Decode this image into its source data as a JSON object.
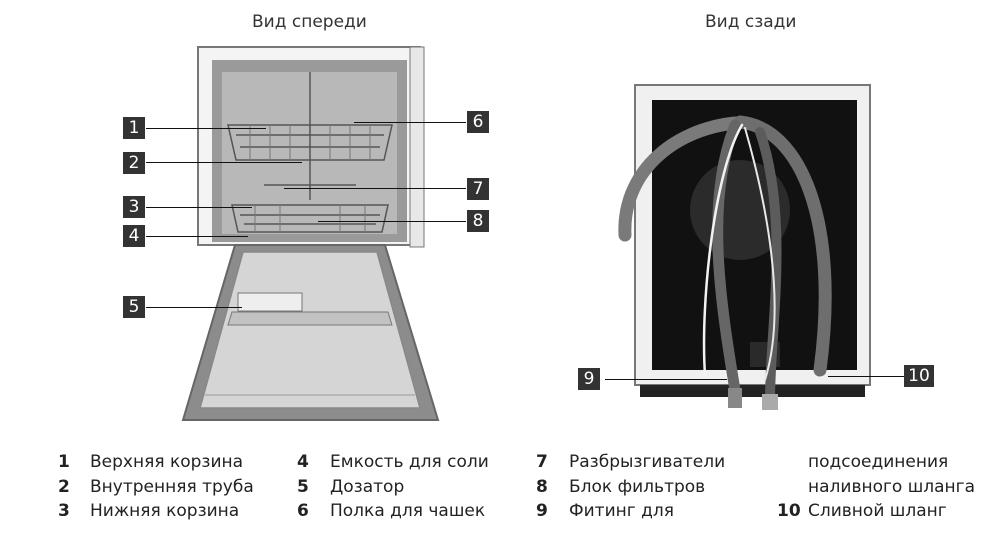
{
  "titles": {
    "front": "Вид спереди",
    "back": "Вид сзади"
  },
  "callouts": [
    "1",
    "2",
    "3",
    "4",
    "5",
    "6",
    "7",
    "8",
    "9",
    "10"
  ],
  "legend": [
    {
      "num": "1",
      "text": "Верхняя корзина"
    },
    {
      "num": "2",
      "text": "Внутренняя труба"
    },
    {
      "num": "3",
      "text": "Нижняя корзина"
    },
    {
      "num": "4",
      "text": "Емкость для соли"
    },
    {
      "num": "5",
      "text": "Дозатор"
    },
    {
      "num": "6",
      "text": "Полка для чашек"
    },
    {
      "num": "7",
      "text": "Разбрызгиватели"
    },
    {
      "num": "8",
      "text": "Блок фильтров"
    },
    {
      "num": "9",
      "text": "Фитинг для"
    },
    {
      "num": "",
      "text": "подсоединения"
    },
    {
      "num": "",
      "text": "наливного шланга"
    },
    {
      "num": "10",
      "text": "Сливной шланг"
    }
  ],
  "colors": {
    "callout_bg": "#333333",
    "callout_fg": "#ffffff",
    "panel_dark": "#111111"
  }
}
